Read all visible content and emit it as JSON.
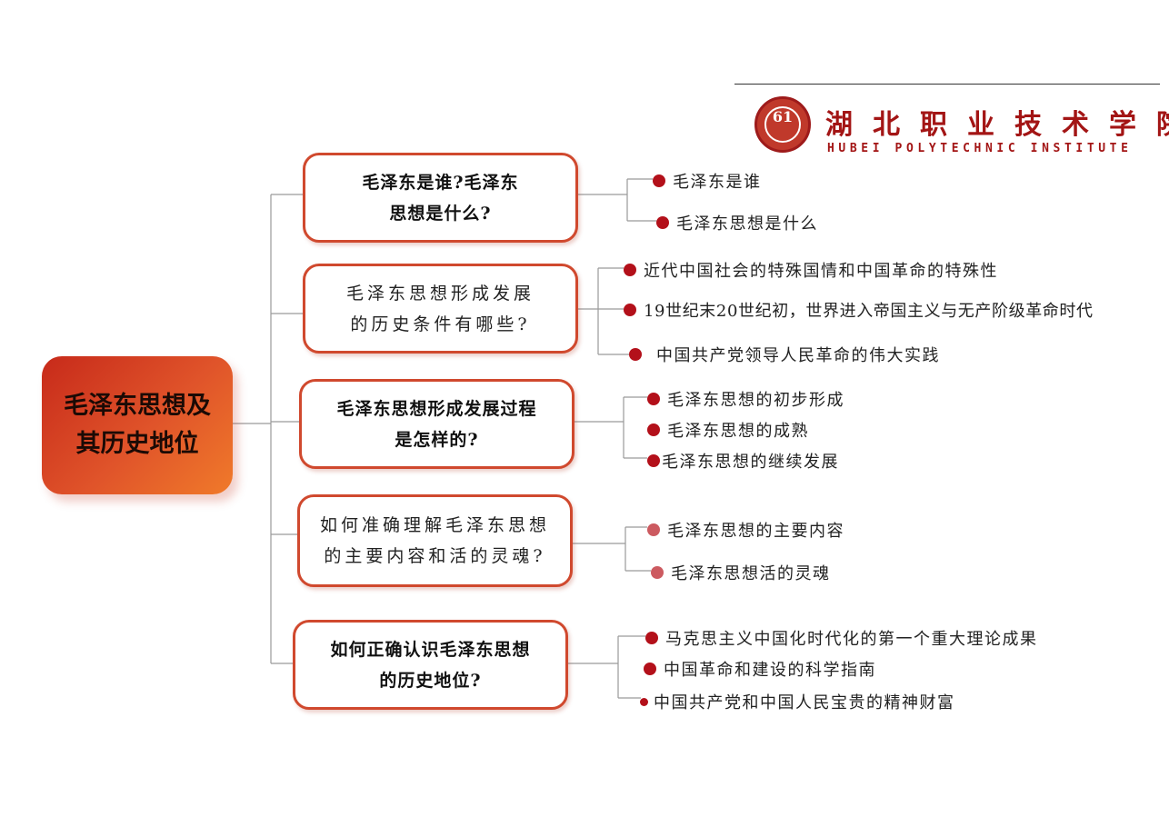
{
  "logo": {
    "seal_mark": "61",
    "name_cn": "湖北职业技术学院",
    "name_en": "HUBEI POLYTECHNIC INSTITUTE"
  },
  "center": {
    "line1": "毛泽东思想及",
    "line2": "其历史地位"
  },
  "branches": [
    {
      "line1": "毛泽东是谁?毛泽东",
      "line2": "思想是什么?",
      "leaves": [
        "毛泽东是谁",
        "毛泽东思想是什么"
      ]
    },
    {
      "line1": "毛泽东思想形成发展",
      "line2": "的历史条件有哪些?",
      "leaves": [
        "近代中国社会的特殊国情和中国革命的特殊性",
        "19世纪末20世纪初，世界进入帝国主义与无产阶级革命时代",
        "中国共产党领导人民革命的伟大实践"
      ]
    },
    {
      "line1": "毛泽东思想形成发展过程",
      "line2": "是怎样的?",
      "leaves": [
        "毛泽东思想的初步形成",
        "毛泽东思想的成熟",
        "毛泽东思想的继续发展"
      ]
    },
    {
      "line1": "如何准确理解毛泽东思想",
      "line2": "的主要内容和活的灵魂?",
      "leaves": [
        "毛泽东思想的主要内容",
        "毛泽东思想活的灵魂"
      ]
    },
    {
      "line1": "如何正确认识毛泽东思想",
      "line2": "的历史地位?",
      "leaves": [
        "马克思主义中国化时代化的第一个重大理论成果",
        "中国革命和建设的科学指南",
        "中国共产党和中国人民宝贵的精神财富"
      ]
    }
  ],
  "colors": {
    "accent": "#d0492e",
    "dot": "#b3101a",
    "dot_pale": "#cc5a60",
    "logo": "#a31515"
  }
}
